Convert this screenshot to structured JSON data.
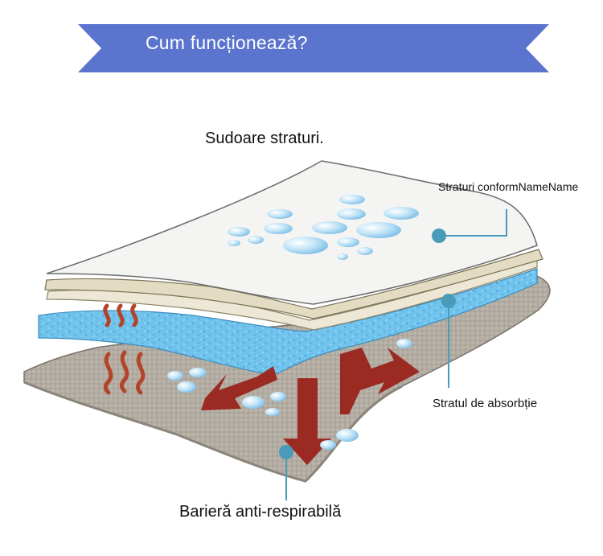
{
  "banner": {
    "title": "Cum funcționează?",
    "color": "#5b74cd"
  },
  "labels": {
    "top": "Sudoare straturi.",
    "conform": "Straturi conformNameName",
    "absorb": "Stratul de absorbție",
    "barrier": "Barieră anti-respirabilă"
  },
  "colors": {
    "top_layer": "#f4f4f2",
    "absorb_layer": "#6fc1ea",
    "bottom_layer": "#b8b2a8",
    "arrows": "#9a2a22",
    "heat_waves": "#b2442a",
    "droplets": "#b5dcf5",
    "callout_lines": "#4a9bb8"
  }
}
